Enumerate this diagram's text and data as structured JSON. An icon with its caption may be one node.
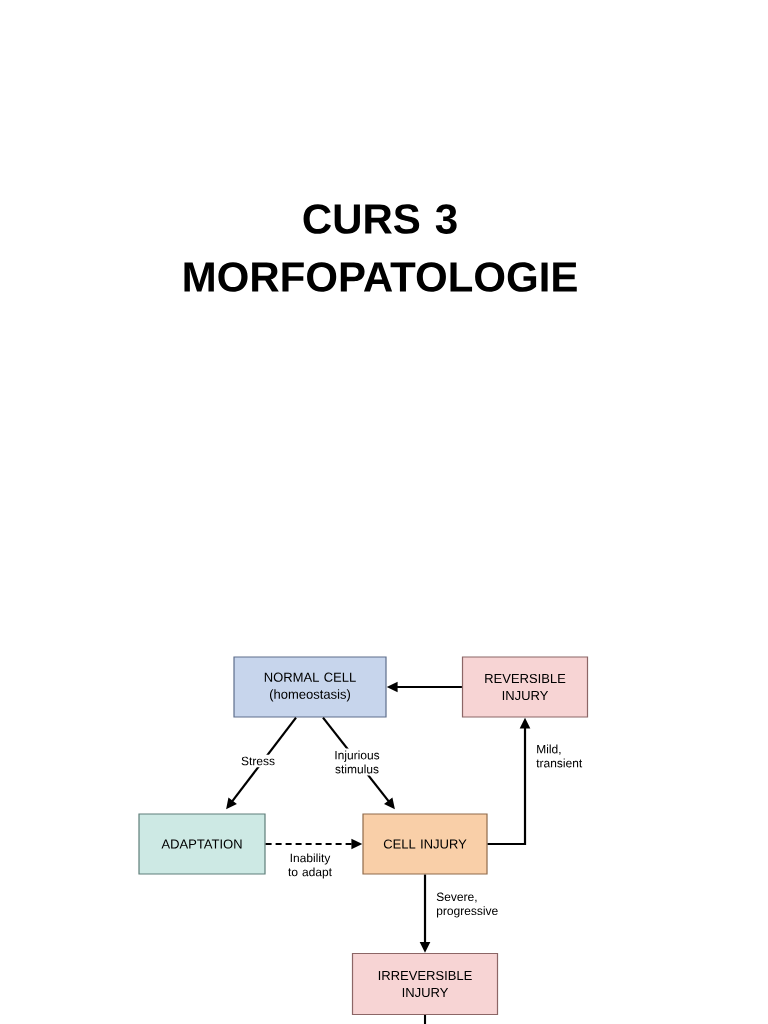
{
  "diagram": {
    "title": "CURS 3 MORFOPATOLOGIE",
    "nodes": [
      {
        "text": [
          "NORMAL CELL",
          "(homeostasis)"
        ]
      },
      {
        "text": [
          "REVERSIBLE INJURY"
        ]
      },
      {
        "text": [
          "ADAPTATION"
        ]
      },
      {
        "text": [
          "CELL INJURY"
        ]
      },
      {
        "text": [
          "IRREVERSIBLE INJURY"
        ]
      }
    ],
    "edges": [
      {
        "from": 1,
        "to": 0,
        "arrow": "to"
      },
      {
        "from": 0,
        "to": 2,
        "arrow": "to",
        "label": "Stress"
      },
      {
        "from": 0,
        "to": 3,
        "arrow": "to",
        "label": "Injurious stimulus"
      },
      {
        "from": 2,
        "to": 3,
        "arrow": "to",
        "label": "Inability to adapt",
        "style": "dashed"
      },
      {
        "from": 3,
        "to": 1,
        "arrow": "to",
        "label": "Mild, transient"
      },
      {
        "from": 3,
        "to": 4,
        "arrow": "to",
        "label": "Severe, progressive"
      },
      {
        "from": 4,
        "to": null,
        "arrow": "none"
      }
    ]
  }
}
